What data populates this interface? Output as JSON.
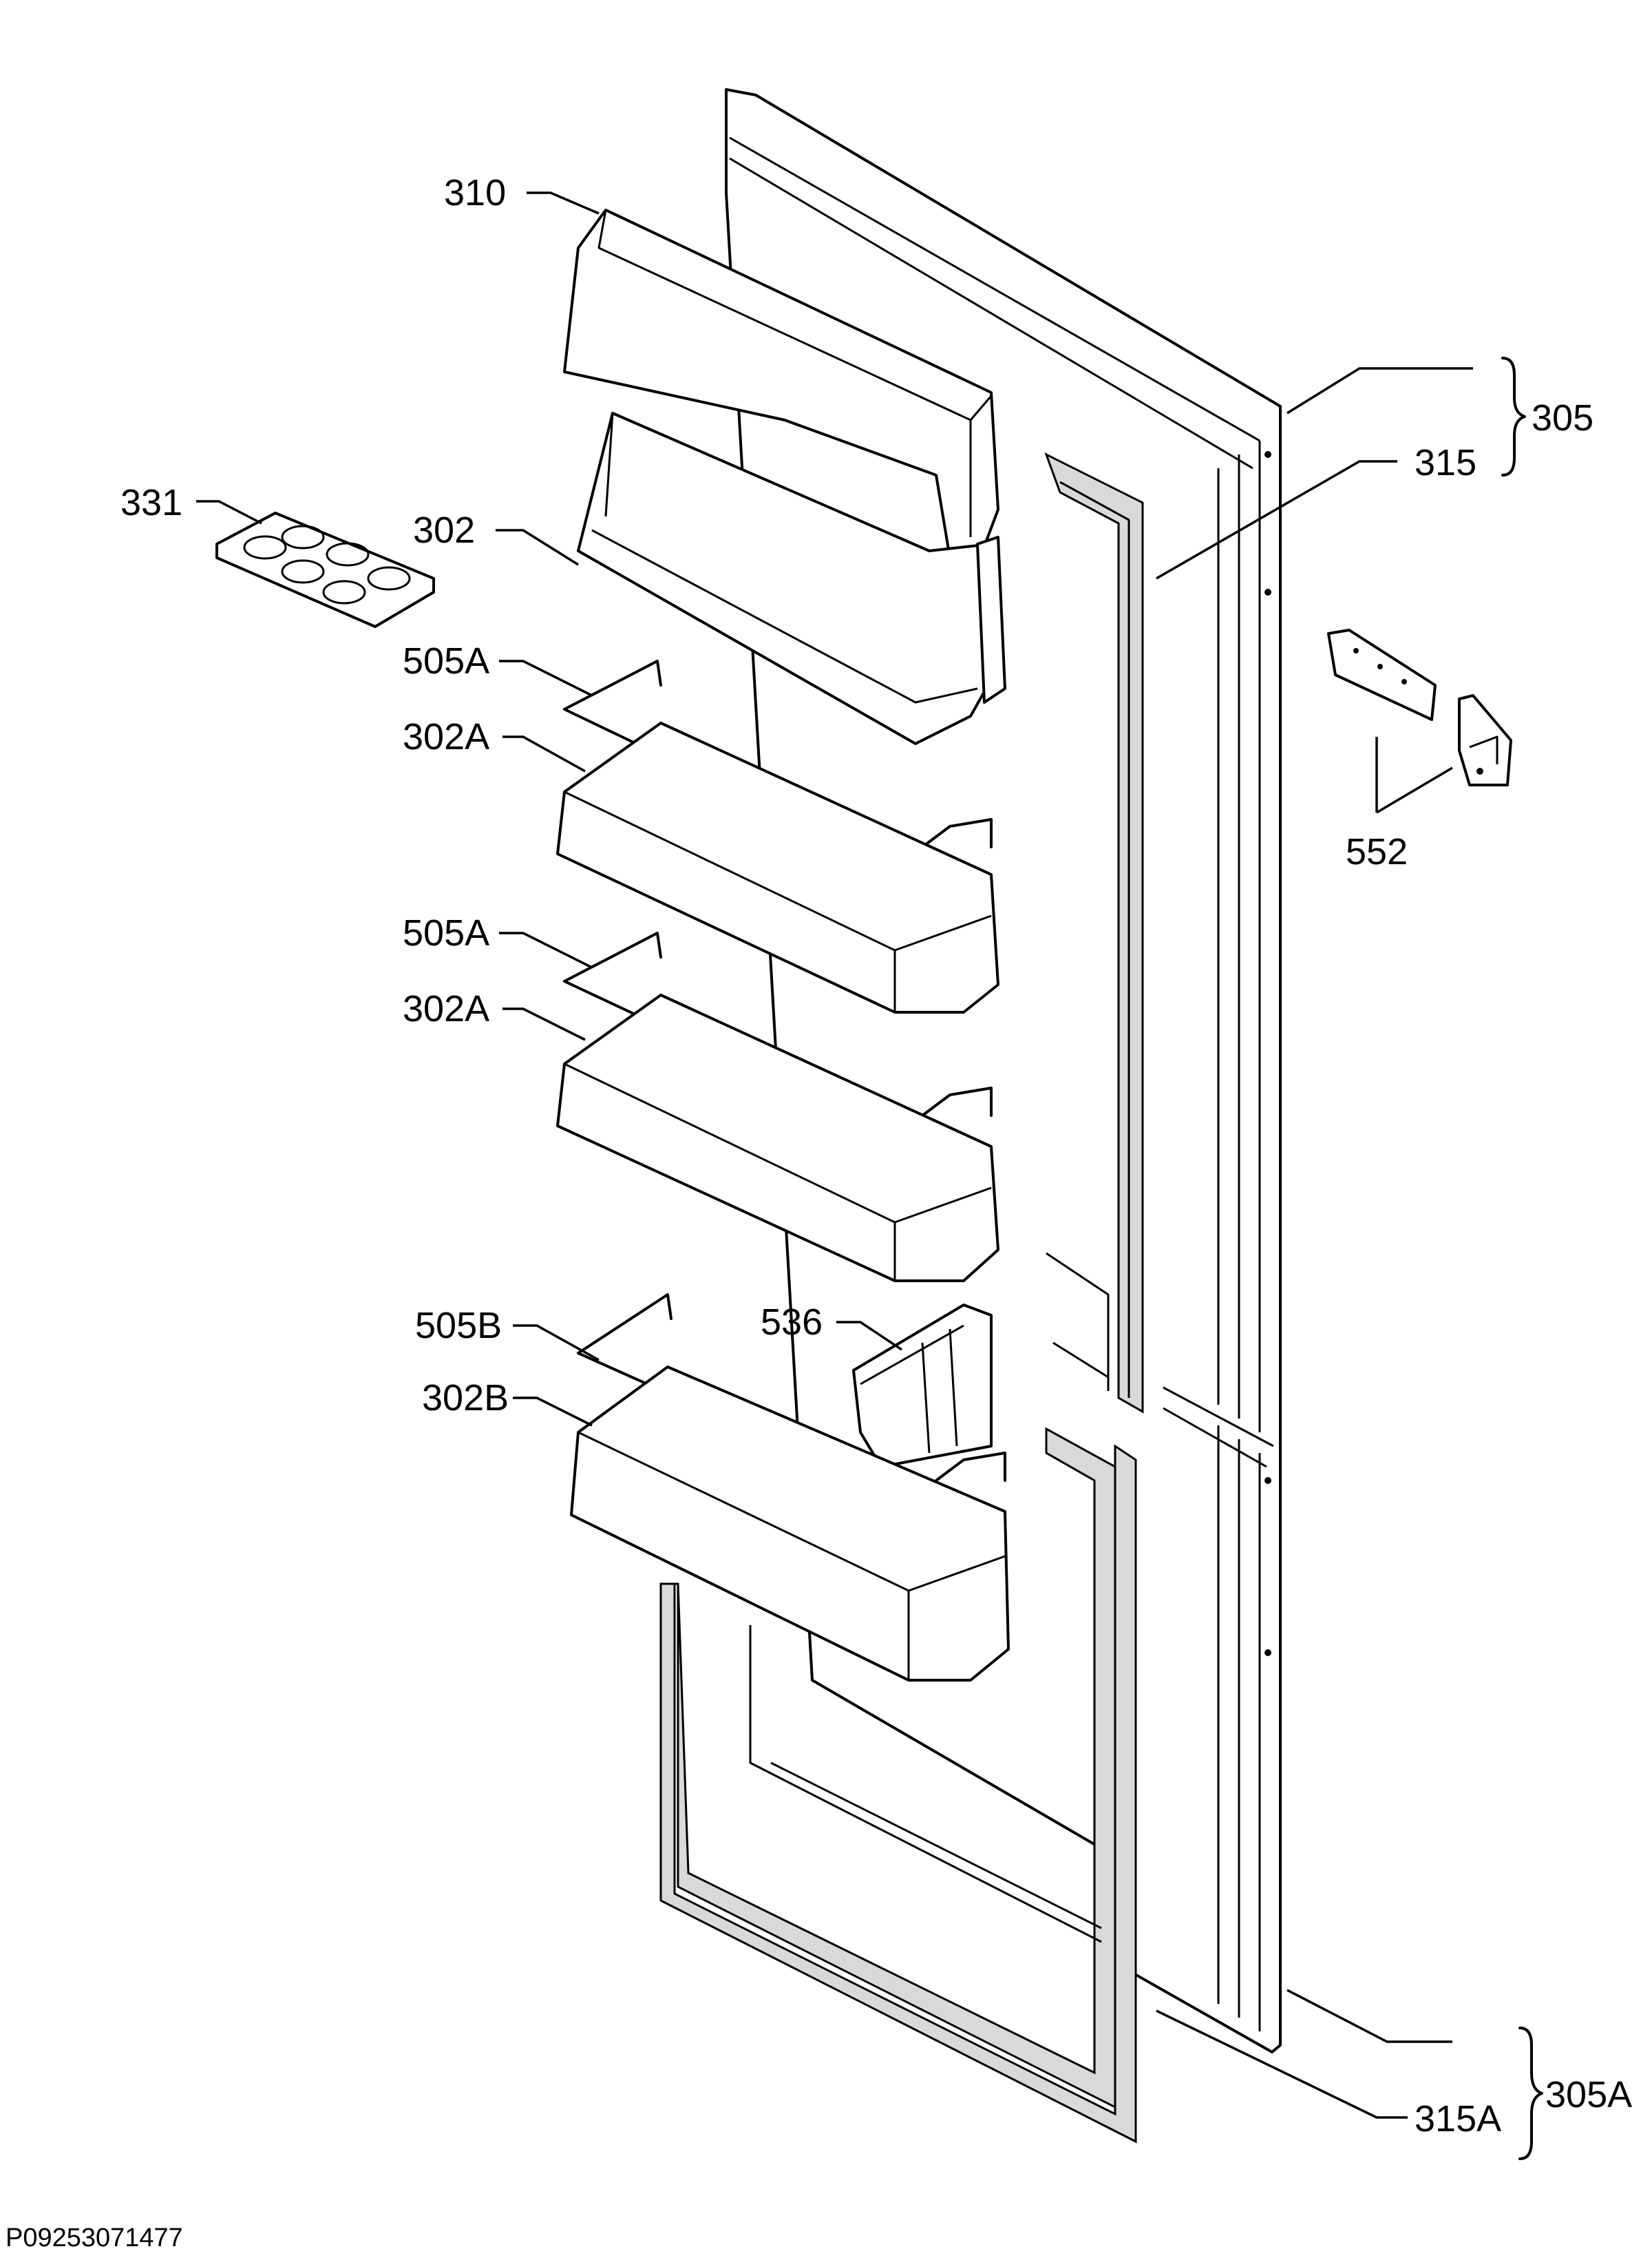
{
  "diagram": {
    "code": "P09253071477",
    "labels": {
      "l310": "310",
      "l331": "331",
      "l302": "302",
      "l505a_1": "505A",
      "l302a_1": "302A",
      "l505a_2": "505A",
      "l302a_2": "302A",
      "l505b": "505B",
      "l302b": "302B",
      "l536": "536",
      "l305": "305",
      "l315": "315",
      "l552": "552",
      "l305a": "305A",
      "l315a": "315A"
    }
  }
}
